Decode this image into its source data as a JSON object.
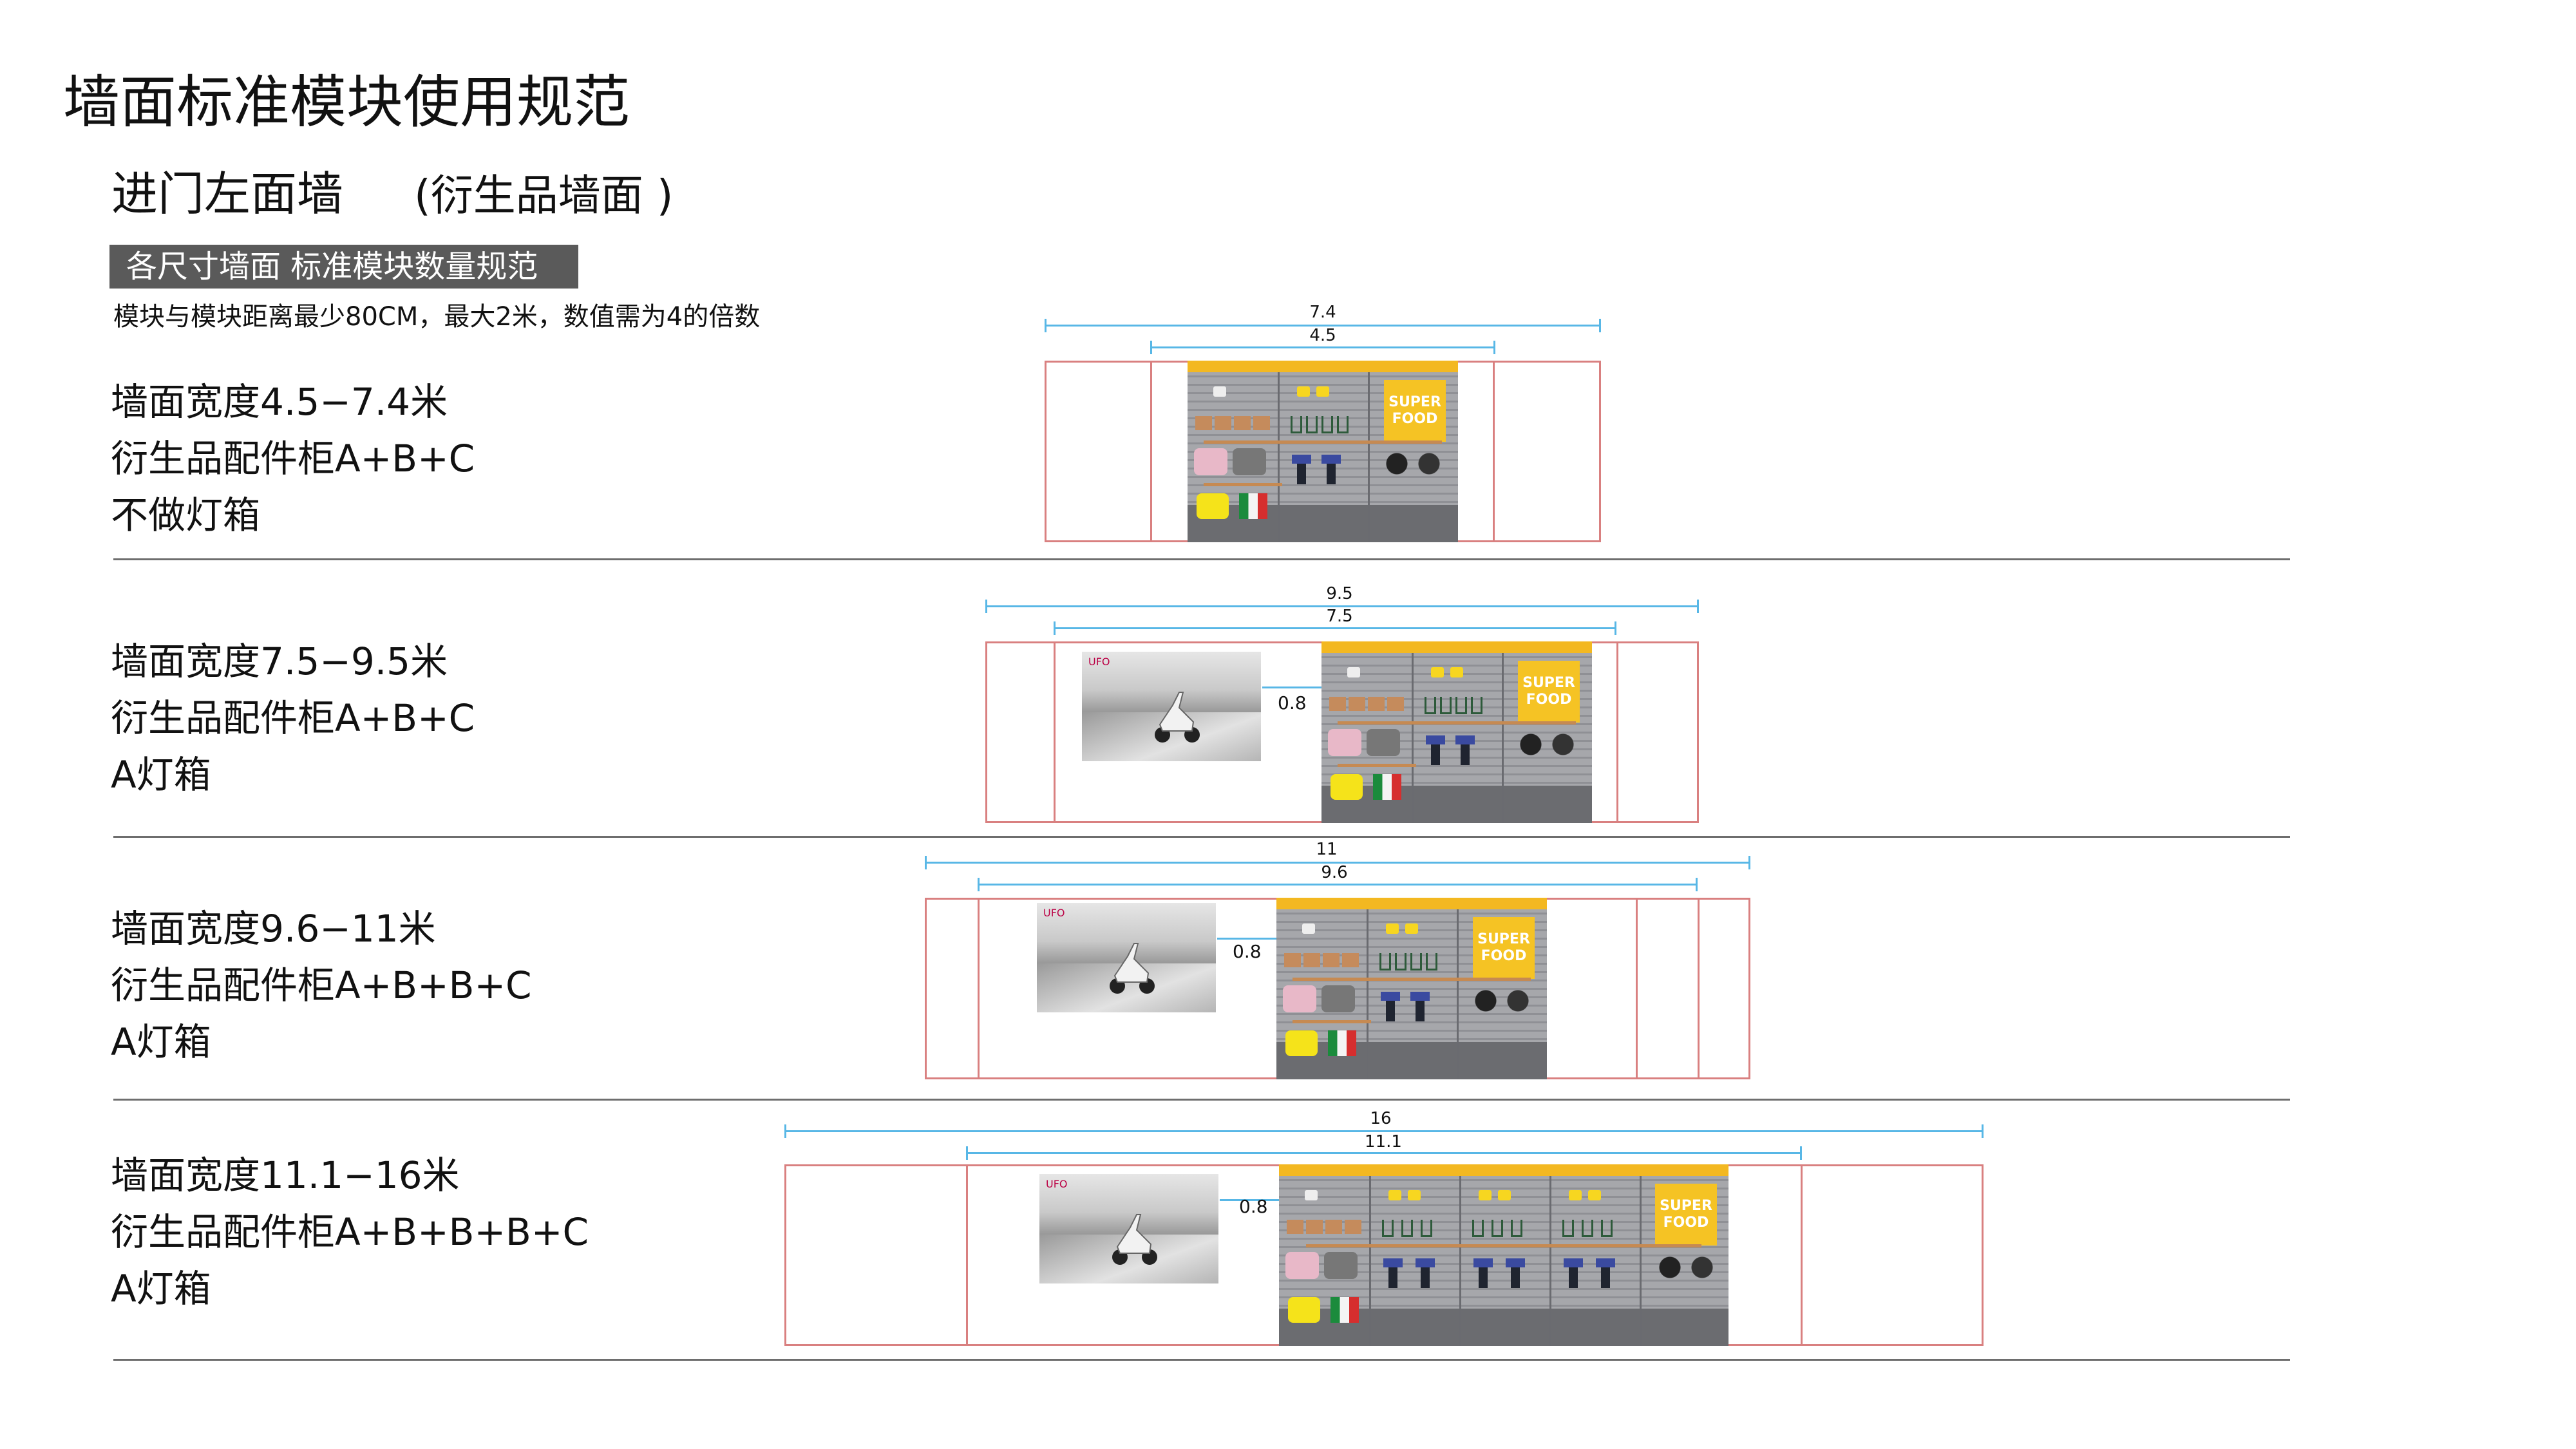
{
  "header": {
    "title": "墙面标准模块使用规范",
    "subtitle": "进门左面墙",
    "subtitle_note": "(衍生品墙面 )",
    "badge": "各尺寸墙面 标准模块数量规范",
    "rule": "模块与模块距离最少80CM，最大2米，数值需为4的倍数"
  },
  "sections": [
    {
      "lines": [
        "墙面宽度4.5−7.4米",
        "衍生品配件柜A+B+C",
        "不做灯箱"
      ],
      "outer": "7.4",
      "inner": "4.5",
      "gap": ""
    },
    {
      "lines": [
        "墙面宽度7.5−9.5米",
        "衍生品配件柜A+B+C",
        "A灯箱"
      ],
      "outer": "9.5",
      "inner": "7.5",
      "gap": "0.8"
    },
    {
      "lines": [
        "墙面宽度9.6−11米",
        "衍生品配件柜A+B+B+C",
        "A灯箱"
      ],
      "outer": "11",
      "inner": "9.6",
      "gap": "0.8"
    },
    {
      "lines": [
        "墙面宽度11.1−16米",
        "衍生品配件柜A+B+B+B+C",
        "A灯箱"
      ],
      "outer": "16",
      "inner": "11.1",
      "gap": "0.8"
    }
  ],
  "sign_text": "SUPER FOOD",
  "photo_logo": "UFO",
  "colors": {
    "accent_cabinet": "#f3b821",
    "dimension": "#58b7e6",
    "wall_outline": "#d98080"
  }
}
